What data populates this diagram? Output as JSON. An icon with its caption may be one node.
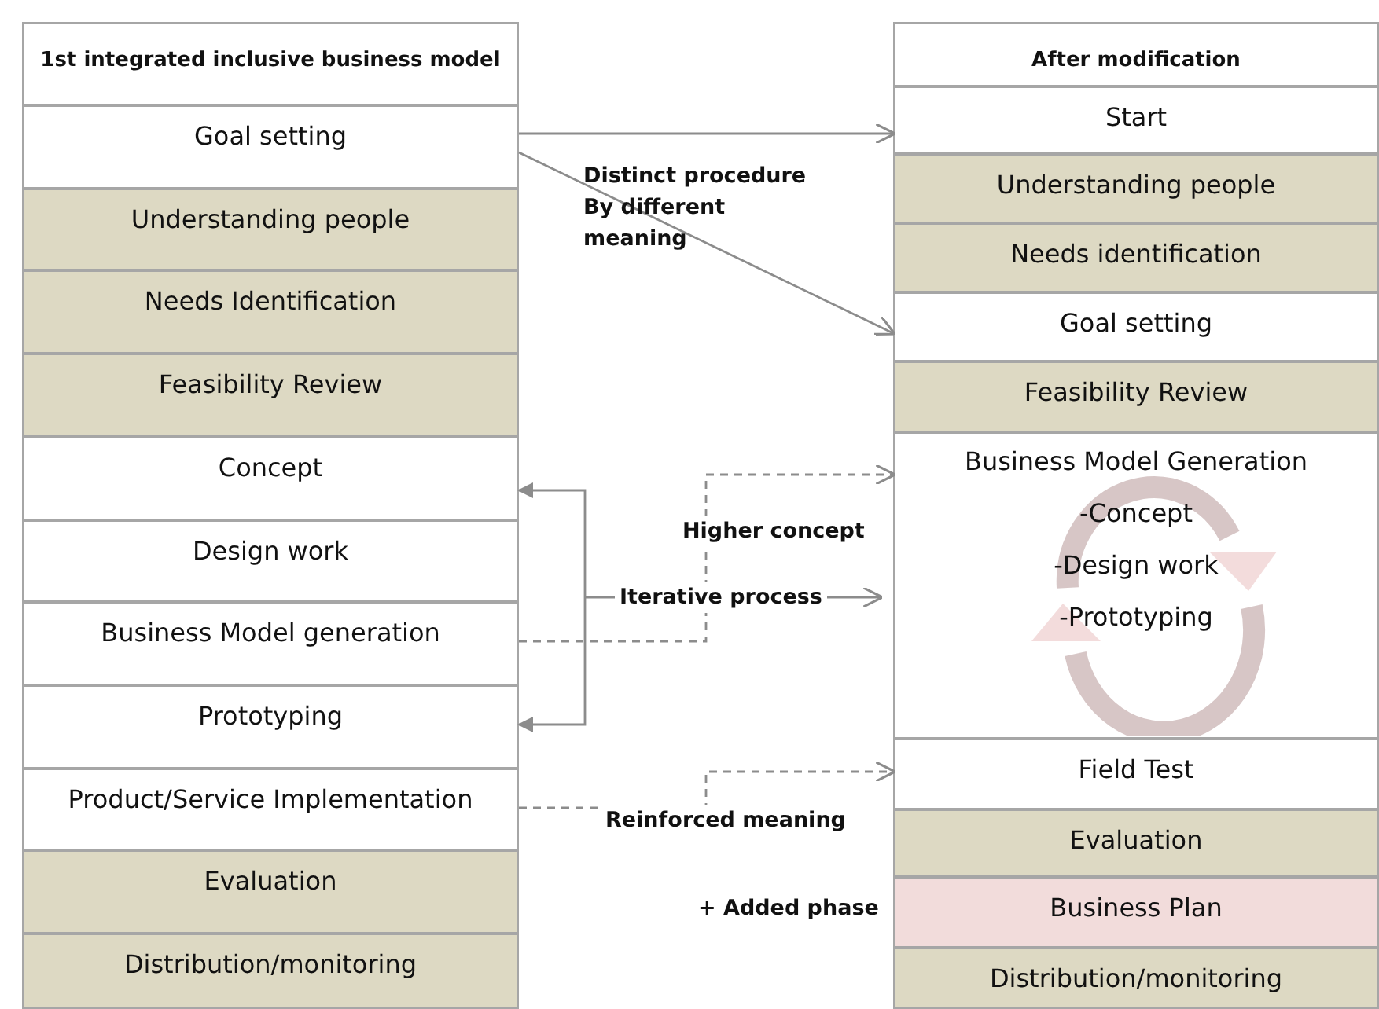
{
  "diagram": {
    "nodes": [
      {
        "text": [
          "1st integrated inclusive business model"
        ]
      },
      {
        "text": [
          "Goal setting"
        ]
      },
      {
        "text": [
          "Understanding people"
        ]
      },
      {
        "text": [
          "Needs Identification"
        ]
      },
      {
        "text": [
          "Feasibility Review"
        ]
      },
      {
        "text": [
          "Concept"
        ]
      },
      {
        "text": [
          "Design work"
        ]
      },
      {
        "text": [
          "Business Model generation"
        ]
      },
      {
        "text": [
          "Prototyping"
        ]
      },
      {
        "text": [
          "Product/Service Implementation"
        ]
      },
      {
        "text": [
          "Evaluation"
        ]
      },
      {
        "text": [
          "Distribution/monitoring"
        ]
      },
      {
        "text": [
          "After modification"
        ]
      },
      {
        "text": [
          "Start"
        ]
      },
      {
        "text": [
          "Understanding people"
        ]
      },
      {
        "text": [
          "Needs identification"
        ]
      },
      {
        "text": [
          "Goal setting"
        ]
      },
      {
        "text": [
          "Feasibility Review"
        ]
      },
      {
        "text": [
          "Business Model Generation",
          "-Concept",
          "-Design work",
          "-Prototyping"
        ]
      },
      {
        "text": [
          "Field Test"
        ]
      },
      {
        "text": [
          "Evaluation"
        ]
      },
      {
        "text": [
          "Business Plan"
        ]
      },
      {
        "text": [
          "Distribution/monitoring"
        ]
      }
    ],
    "edges": [
      {
        "from": 1,
        "to": 13,
        "arrow": "to"
      },
      {
        "from": 1,
        "to": 16,
        "arrow": "to",
        "label": "Distinct procedure By different meaning"
      },
      {
        "from": 5,
        "to": 8,
        "arrow": "both"
      },
      {
        "from": null,
        "to": 18,
        "arrow": "to",
        "label": "Iterative process"
      },
      {
        "from": 7,
        "to": 18,
        "arrow": "to",
        "label": "Higher concept",
        "style": "dashed"
      },
      {
        "from": 9,
        "to": 19,
        "arrow": "to",
        "label": "Reinforced meaning",
        "style": "dashed"
      }
    ],
    "labels": [
      "+ Added phase"
    ]
  }
}
